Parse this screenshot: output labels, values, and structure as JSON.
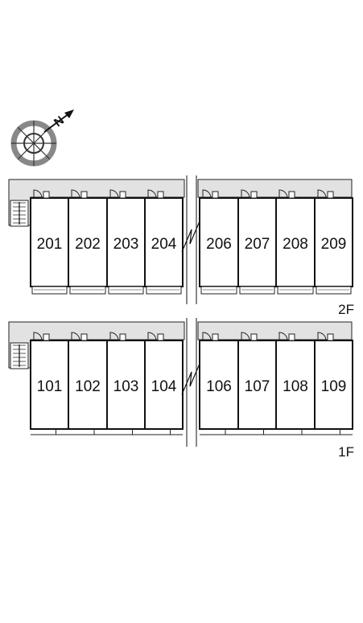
{
  "compass": {
    "direction_letter": "N",
    "icon": "north-arrow-compass"
  },
  "floors": [
    {
      "label": "2F",
      "units": [
        "201",
        "202",
        "203",
        "204",
        "206",
        "207",
        "208",
        "209"
      ],
      "balcony_style": "railing"
    },
    {
      "label": "1F",
      "units": [
        "101",
        "102",
        "103",
        "104",
        "106",
        "107",
        "108",
        "109"
      ],
      "balcony_style": "yard"
    }
  ],
  "colors": {
    "corridor": "#e2e2e2",
    "line": "#111111",
    "background": "#ffffff"
  }
}
